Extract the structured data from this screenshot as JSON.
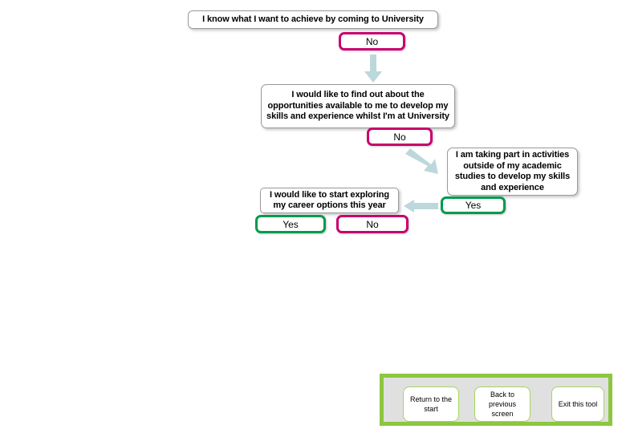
{
  "flow": {
    "statements": [
      {
        "id": "know-what-to-achieve",
        "text": "I know what I want to achieve by coming to University"
      },
      {
        "id": "find-out-opportunities",
        "text": "I would like to find out about the opportunities available to me to develop my skills and experience whilst I'm at University"
      },
      {
        "id": "taking-part-activities",
        "text": "I am taking part in activities outside of my academic studies to develop my skills and experience"
      },
      {
        "id": "start-exploring-career",
        "text": "I would like to start exploring my career options this year"
      }
    ],
    "answers": [
      {
        "id": "answer-no-1",
        "label": "No",
        "type": "no"
      },
      {
        "id": "answer-no-2",
        "label": "No",
        "type": "no"
      },
      {
        "id": "answer-yes-1",
        "label": "Yes",
        "type": "yes"
      },
      {
        "id": "answer-yes-2",
        "label": "Yes",
        "type": "yes"
      },
      {
        "id": "answer-no-3",
        "label": "No",
        "type": "no"
      }
    ],
    "arrows": [
      {
        "id": "arrow-down",
        "direction": "down"
      },
      {
        "id": "arrow-diagonal",
        "direction": "down-right"
      },
      {
        "id": "arrow-left",
        "direction": "left"
      }
    ]
  },
  "navigation": {
    "buttons": [
      {
        "id": "return-to-start",
        "label": "Return to the start"
      },
      {
        "id": "back-to-previous-screen",
        "label": "Back to previous screen"
      },
      {
        "id": "exit-this-tool",
        "label": "Exit this tool"
      }
    ]
  },
  "colors": {
    "no_border": "#c8006e",
    "yes_border": "#009b4d",
    "arrow": "#bcd8dc",
    "panel_border": "#8dc63f",
    "panel_fill": "#e0e0e0",
    "statement_border": "#9a9a9a",
    "background": "#ffffff"
  }
}
